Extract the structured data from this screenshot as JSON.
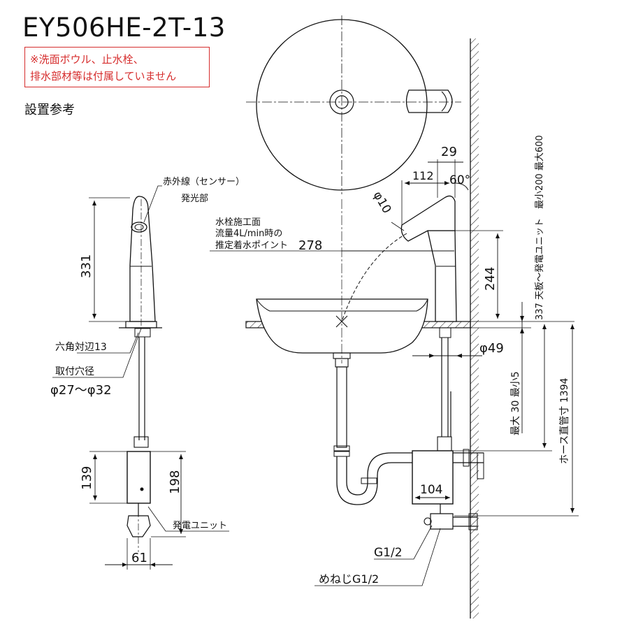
{
  "title": "EY506HE-2T-13",
  "notice": {
    "line1": "※洗面ボウル、止水栓、",
    "line2": "排水部材等は付属していません",
    "color": "#d62d2d"
  },
  "reference_label": "設置参考",
  "left_view": {
    "sensor_label": "赤外線（センサー）",
    "emitter_label": "発光部",
    "height_331": "331",
    "hex_label": "六角対辺13",
    "hole_label": "取付穴径",
    "hole_range": "φ27～φ32",
    "unit_139": "139",
    "unit_198": "198",
    "generator_label": "発電ユニット",
    "width_61": "61"
  },
  "right_view": {
    "dim_29": "29",
    "dim_112": "112",
    "angle_60": "60°",
    "dia_10": "φ10",
    "water_point_line1": "水栓施工面",
    "water_point_line2": "流量4L/min時の",
    "water_point_line3": "推定着水ポイント",
    "dim_278": "278",
    "dim_244": "244",
    "dia_49": "φ49",
    "range_vertical": "337 天板～発電ユニット　最小200 最大600",
    "thickness": "最大 30 最小5",
    "hose_length": "ホース直管寸 1394",
    "dim_104": "104",
    "g12": "G1/2",
    "female_g12": "めねじG1/2"
  }
}
